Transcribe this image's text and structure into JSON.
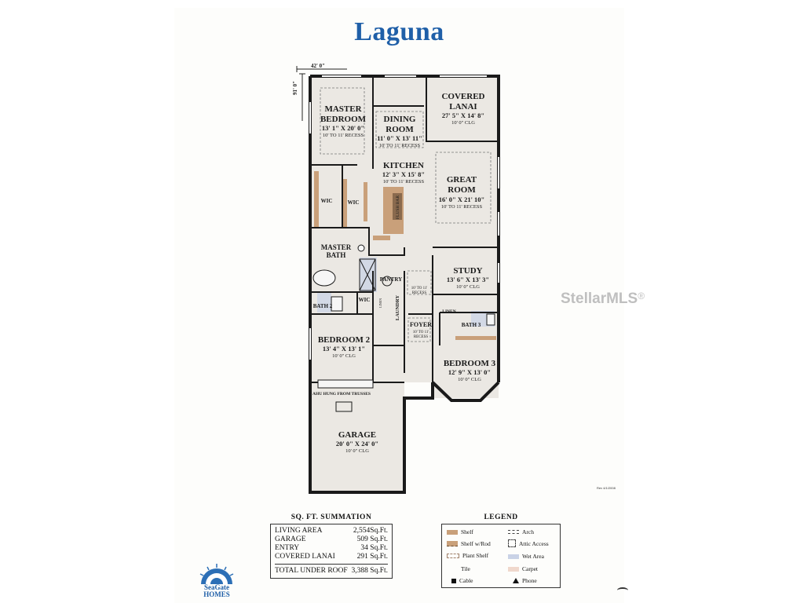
{
  "title": "Laguna",
  "dimensions": {
    "width_label": "42' 0\"",
    "depth_label": "91' 0\""
  },
  "rooms": {
    "master_bedroom": {
      "name_l1": "MASTER",
      "name_l2": "BEDROOM",
      "dim": "13' 1\" X 20' 0\"",
      "ceil": "10' TO 11' RECESS"
    },
    "dining_room": {
      "name_l1": "DINING",
      "name_l2": "ROOM",
      "dim": "11' 0\" X 13' 11\"",
      "ceil": "10' TO 11' RECESS"
    },
    "covered_lanai": {
      "name_l1": "COVERED",
      "name_l2": "LANAI",
      "dim": "27' 5\" X 14' 8\"",
      "ceil": "10' 0\" CLG"
    },
    "kitchen": {
      "name": "KITCHEN",
      "dim": "12' 3\" X 15' 8\"",
      "ceil": "10' TO 11' RECESS"
    },
    "great_room": {
      "name_l1": "GREAT",
      "name_l2": "ROOM",
      "dim": "16' 0\" X 21' 10\"",
      "ceil": "10' TO 11' RECESS"
    },
    "wic_1": "WIC",
    "wic_2": "WIC",
    "wic_3": "WIC",
    "flush_bar": "FLUSH BAR",
    "master_bath": {
      "name_l1": "MASTER",
      "name_l2": "BATH"
    },
    "study": {
      "name": "STUDY",
      "dim": "13' 6\" X 13' 3\"",
      "ceil": "10' 0\" CLG"
    },
    "pantry": "PANTRY",
    "recess_hall": {
      "l1": "10' TO 11'",
      "l2": "RECESS"
    },
    "bath_2": "BATH 2",
    "laundry": "LAUNDRY",
    "linen_1": "LINEN",
    "linen_2": "LINEN",
    "bath_3": "BATH 3",
    "foyer": {
      "name": "FOYER",
      "l1": "10' TO 11'",
      "l2": "RECESS"
    },
    "bedroom_2": {
      "name": "BEDROOM 2",
      "dim": "13' 4\" X 13' 1\"",
      "ceil": "10' 0\" CLG"
    },
    "bedroom_3": {
      "name": "BEDROOM 3",
      "dim": "12' 9\" X 13' 0\"",
      "ceil": "10' 0\" CLG"
    },
    "ahu": "AHU HUNG FROM TRUSSES",
    "garage": {
      "name": "GARAGE",
      "dim": "20' 0\" X 24' 0\"",
      "ceil": "10' 0\" CLG"
    }
  },
  "sqft": {
    "title": "SQ. FT. SUMMATION",
    "rows": [
      {
        "label": "LIVING AREA",
        "value": "2,554Sq.Ft."
      },
      {
        "label": "GARAGE",
        "value": "509 Sq.Ft."
      },
      {
        "label": "ENTRY",
        "value": "34 Sq.Ft."
      },
      {
        "label": "COVERED LANAI",
        "value": "291 Sq.Ft."
      }
    ],
    "total": {
      "label": "TOTAL UNDER ROOF",
      "value": "3,388 Sq.Ft."
    }
  },
  "legend": {
    "title": "LEGEND",
    "items": {
      "shelf": "Shelf",
      "shelf_rod": "Shelf w/Rod",
      "plant_shelf": "Plant Shelf",
      "tile": "Tile",
      "cable": "Cable",
      "arch": "Arch",
      "attic": "Attic Access",
      "wet": "Wet Area",
      "carpet": "Carpet",
      "phone": "Phone"
    }
  },
  "colors": {
    "title": "#1f5fa8",
    "wall": "#1a1a1a",
    "floor": "#ebe8e3",
    "shelf": "#c9a07a",
    "carpet": "#f0d8cc",
    "wet": "#c9d2e6"
  },
  "watermark": {
    "brand": "StellarMLS",
    "mark": "®"
  },
  "logo": {
    "l1": "SeaGate",
    "l2": "HOMES"
  },
  "rev_note": "Rev 4/1/2008"
}
